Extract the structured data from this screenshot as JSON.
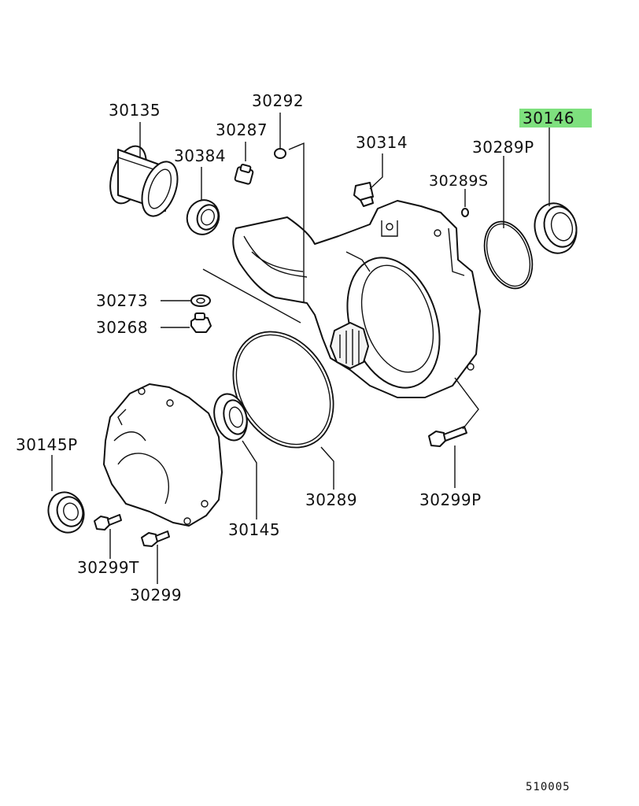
{
  "diagram": {
    "parts": {
      "p30135": "30135",
      "p30292": "30292",
      "p30287": "30287",
      "p30384": "30384",
      "p30314": "30314",
      "p30146": "30146",
      "p30289p": "30289P",
      "p30289s": "30289S",
      "p30273": "30273",
      "p30268": "30268",
      "p30145p": "30145P",
      "p30289": "30289",
      "p30299p": "30299P",
      "p30145": "30145",
      "p30299t": "30299T",
      "p30299": "30299"
    },
    "figure_code": "510005",
    "highlight_color": "#7ee07e"
  }
}
